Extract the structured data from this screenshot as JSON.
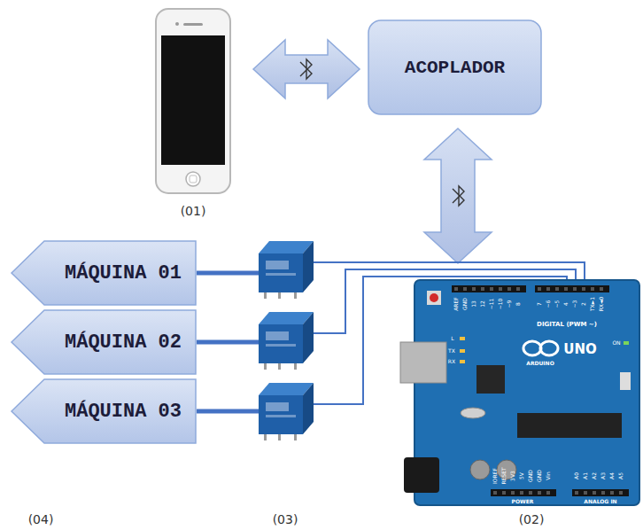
{
  "diagram": {
    "nodes": [
      {
        "text": [
          "ACOPLADOR"
        ]
      },
      {
        "text": [
          "MÁQUINA 01"
        ]
      },
      {
        "text": [
          "MÁQUINA 02"
        ]
      },
      {
        "text": [
          "MÁQUINA 03"
        ]
      }
    ],
    "labels": [
      "(01)",
      "(02)",
      "(03)",
      "(04)",
      "DIGITAL (PWM ~)",
      "UNO",
      "ARDUINO",
      "POWER",
      "ANALOG IN",
      "L",
      "TX",
      "RX",
      "ON",
      "AREF",
      "GND",
      "13",
      "12",
      "~11",
      "~10",
      "~9",
      "8",
      "7",
      "~6",
      "~5",
      "4",
      "~3",
      "2",
      "TX►1",
      "RX◄0",
      "IOREF",
      "RESET",
      "3V3",
      "5V",
      "GND",
      "GND",
      "Vin",
      "A0",
      "A1",
      "A2",
      "A3",
      "A4",
      "A5"
    ]
  }
}
